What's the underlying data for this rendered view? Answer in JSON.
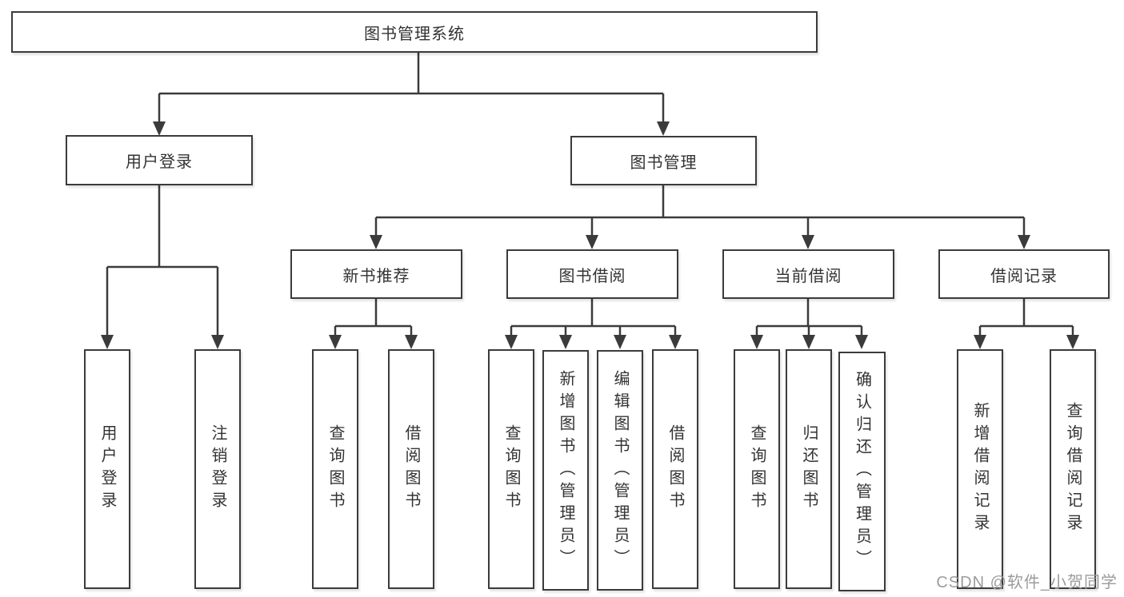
{
  "tree": {
    "root": {
      "label": "图书管理系统",
      "children": [
        {
          "label": "用户登录",
          "children": [
            {
              "label": "用户登录"
            },
            {
              "label": "注销登录"
            }
          ]
        },
        {
          "label": "图书管理",
          "children": [
            {
              "label": "新书推荐",
              "children": [
                {
                  "label": "查询图书"
                },
                {
                  "label": "借阅图书"
                }
              ]
            },
            {
              "label": "图书借阅",
              "children": [
                {
                  "label": "查询图书"
                },
                {
                  "label": "新增图书（管理员）"
                },
                {
                  "label": "编辑图书（管理员）"
                },
                {
                  "label": "借阅图书"
                }
              ]
            },
            {
              "label": "当前借阅",
              "children": [
                {
                  "label": "查询图书"
                },
                {
                  "label": "归还图书"
                },
                {
                  "label": "确认归还（管理员）"
                }
              ]
            },
            {
              "label": "借阅记录",
              "children": [
                {
                  "label": "新增借阅记录"
                },
                {
                  "label": "查询借阅记录"
                }
              ]
            }
          ]
        }
      ]
    }
  },
  "watermark": "CSDN @软件_小贺同学",
  "colors": {
    "line": "#3b3b3b",
    "box_border": "#3b3b3b",
    "text": "#333333",
    "watermark": "#9c9c9c",
    "background": "#ffffff"
  }
}
